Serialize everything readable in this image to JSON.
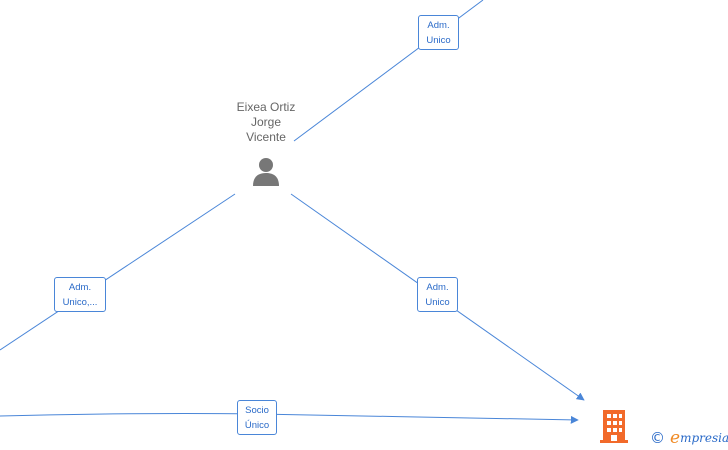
{
  "person": {
    "name_lines": [
      "Eixea Ortiz",
      "Jorge",
      "Vicente"
    ]
  },
  "edges": [
    {
      "lines": [
        "Adm.",
        "Unico"
      ]
    },
    {
      "lines": [
        "Adm.",
        "Unico,..."
      ]
    },
    {
      "lines": [
        "Adm.",
        "Unico"
      ]
    },
    {
      "lines": [
        "Socio",
        "Único"
      ]
    }
  ],
  "copyright": {
    "symbol": "©",
    "brand_initial": "e",
    "brand_rest": "mpresia"
  },
  "colors": {
    "edge": "#4a86d8",
    "person_icon": "#777777",
    "company_icon": "#f26a2a",
    "brand_initial": "#f08a24"
  }
}
